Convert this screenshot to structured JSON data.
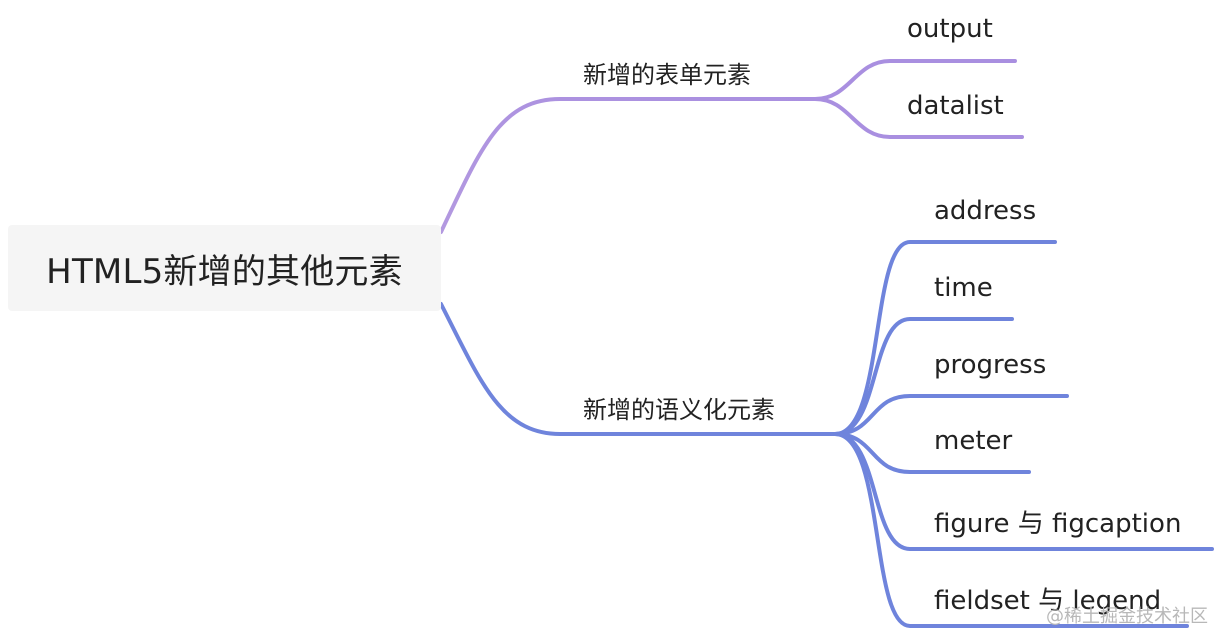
{
  "root": {
    "label": "HTML5新增的其他元素"
  },
  "branches": [
    {
      "label": "新增的表单元素",
      "color": "#a98fe0",
      "children": [
        "output",
        "datalist"
      ]
    },
    {
      "label": "新增的语义化元素",
      "color": "#6f84dc",
      "children": [
        "address",
        "time",
        "progress",
        "meter",
        "figure 与 figcaption",
        "fieldset 与 legend"
      ]
    }
  ],
  "watermark": "@稀土掘金技术社区"
}
